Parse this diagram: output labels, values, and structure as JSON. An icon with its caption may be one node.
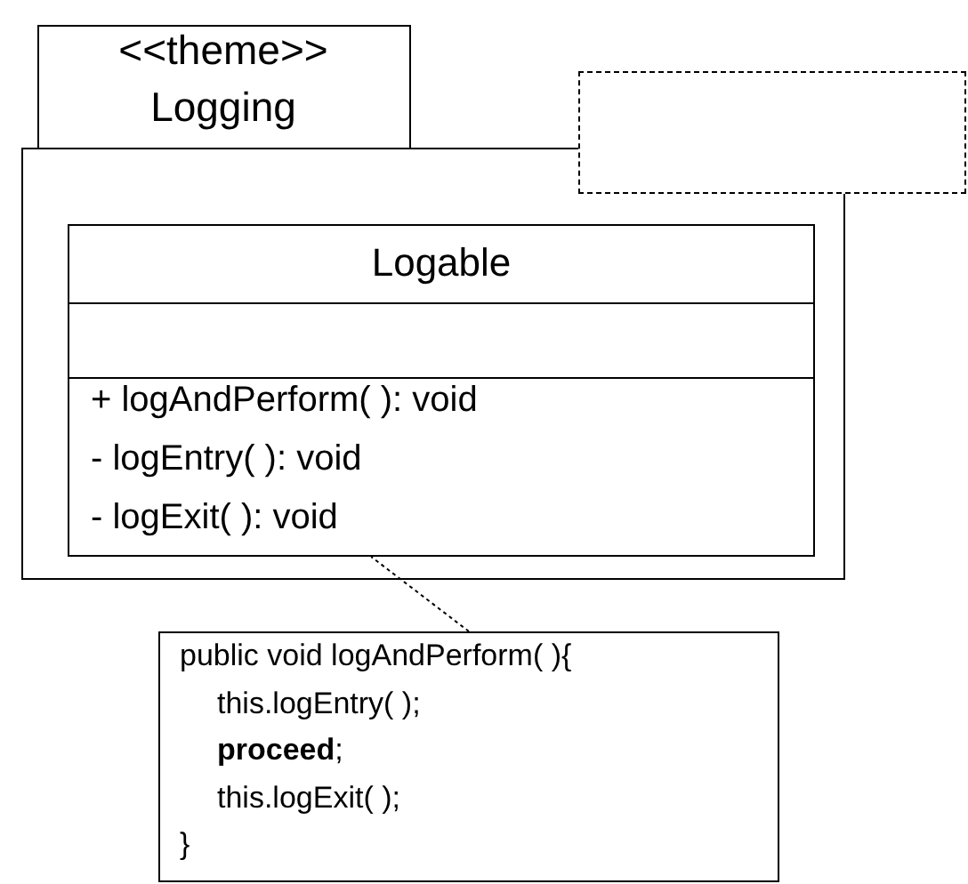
{
  "diagram": {
    "nodes": [
      {
        "text": [
          "<<theme>>",
          "Logging"
        ]
      },
      {
        "text": [],
        "shape": "box"
      },
      {
        "text": [
          "Logable",
          "+ logAndPerform( ): void",
          "- logEntry( ): void",
          "- logExit( ): void"
        ],
        "in": 0
      },
      {
        "text": [
          "public void logAndPerform( ){",
          "this.logEntry( );",
          "**proceed**;",
          "this.logExit( );",
          "}"
        ]
      }
    ],
    "edges": [
      {
        "from": 3,
        "to": 2,
        "arrow": "none",
        "style": "dashed"
      }
    ]
  }
}
